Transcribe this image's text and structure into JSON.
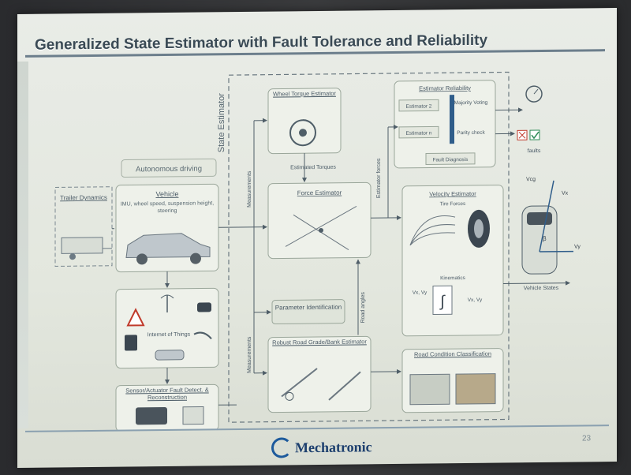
{
  "slide": {
    "title": "Generalized State Estimator with Fault Tolerance and Reliability",
    "page_number": "23",
    "logo_text": "echatronic",
    "logo_initial": "M"
  },
  "diagram": {
    "state_estimator_label": "State Estimator",
    "autonomous_driving": "Autonomous driving",
    "trailer_dynamics": "Trailer Dynamics",
    "vehicle": "Vehicle",
    "vehicle_sensors": "IMU, wheel speed, suspension height, steering",
    "internet_of_things": "Internet of Things",
    "sensor_fault": "Sensor/Actuator Fault Detect. & Reconstruction",
    "measurements_top": "Measurements",
    "measurements_bottom": "Measurements",
    "wheel_torque_estimator": "Wheel Torque Estimator",
    "estimated_torques": "Estimated Torques",
    "force_estimator": "Force Estimator",
    "parameter_identification": "Parameter Identification",
    "robust_road": "Robust Road Grade/Bank Estimator",
    "estimator_forces": "Estimator forces",
    "road_angles": "Road angles",
    "estimator_reliability": "Estimator Reliability",
    "estimator_2": "Estimator 2",
    "estimator_n": "Estimator n",
    "majority_voting": "Majority Voting",
    "parity_check": "Parity check",
    "fault_diagnosis": "Fault Diagnosis",
    "faults": "faults",
    "velocity_estimator": "Velocity Estimator",
    "tire_forces": "Tire Forces",
    "kinematics": "Kinematics",
    "integral_in": "Vx, Vy",
    "integral_out": "Vx, Vy",
    "road_condition": "Road Condition Classification",
    "vehicle_states": "Vehicle States",
    "vel_label": "Vcg",
    "vx_label": "Vx",
    "vy_label": "Vy",
    "beta_label": "β"
  },
  "colors": {
    "box_border": "#9aa69a",
    "box_fill": "#eef1ea",
    "line": "#4f5e68",
    "title": "#3a4a55"
  }
}
